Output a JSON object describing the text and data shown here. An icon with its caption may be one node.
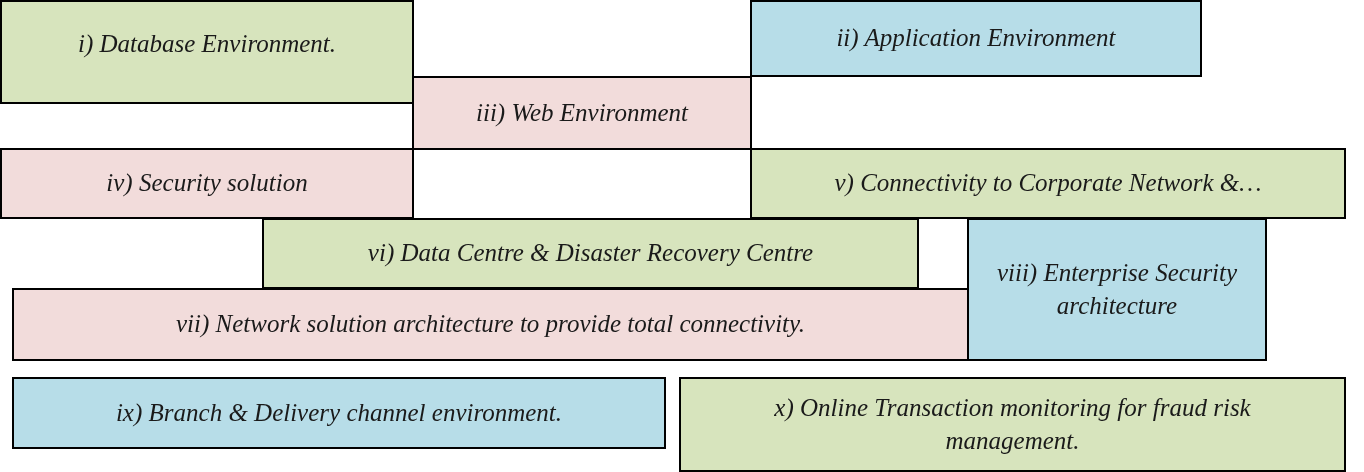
{
  "diagram": {
    "nodes": [
      {
        "text": [
          "i) Database Environment."
        ]
      },
      {
        "text": [
          "ii) Application Environment"
        ]
      },
      {
        "text": [
          "iii) Web Environment"
        ]
      },
      {
        "text": [
          "iv) Security solution"
        ]
      },
      {
        "text": [
          "v) Connectivity to Corporate Network &…"
        ]
      },
      {
        "text": [
          "vi) Data Centre & Disaster Recovery Centre"
        ]
      },
      {
        "text": [
          "viii) Enterprise Security architecture"
        ]
      },
      {
        "text": [
          "vii) Network solution architecture to provide total connectivity."
        ]
      },
      {
        "text": [
          "ix) Branch & Delivery channel environment."
        ]
      },
      {
        "text": [
          "x) Online Transaction monitoring for fraud risk management."
        ]
      }
    ]
  }
}
